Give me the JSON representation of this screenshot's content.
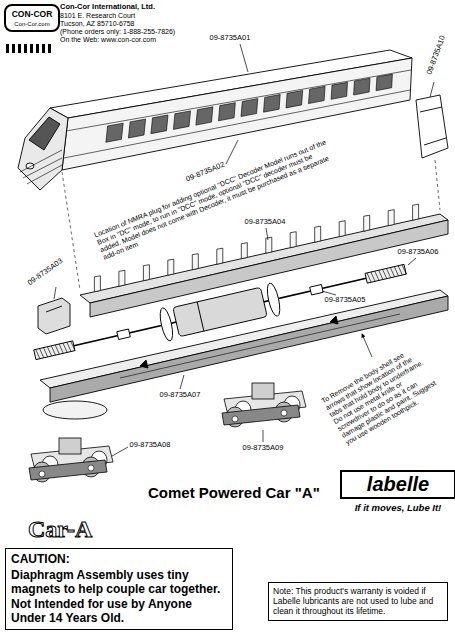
{
  "diagram": {
    "title": "Comet Powered Car \"A\"",
    "nodes": [
      {
        "text": [
          "CON-COR",
          "Con-Cor.com"
        ]
      },
      {
        "text": [
          "labelle",
          "If it moves, Lube It!"
        ]
      },
      {
        "text": [
          "CAUTION:",
          "Diaphragm Assembly uses tiny magnets to help couple car together. Not Intended for use by Anyone Under 14 Years Old."
        ]
      },
      {
        "text": [
          "Note: This product's warranty is voided if Labelle lubricants are not used to lube and clean it throughout its lifetime."
        ]
      }
    ],
    "labels": [
      "Con-Cor International, Ltd.",
      "8101 E. Research Court",
      "Tucson, AZ 85710-6758",
      "(Phone orders only: 1-888-255-7826)",
      "On the Web: www.con-cor.com",
      "09-8735A01",
      "09-8735A10",
      "09-8735A02",
      "Location of NMRA plug for adding optional \"DCC\" Decoder Model runs out of the Box in \"DC\" mode, to run in \"DCC\" mode, optional \"DCC\" decoder must be added. Model does not come with Decoder, it must be purchased as a separate add-on item",
      "09-8735A03",
      "09-8735A04",
      "09-8735A05",
      "09-8735A06",
      "09-8735A07",
      "09-8735A08",
      "To Remove the body shell see arrows that show location of the tabs that hold body to underframe. Do not use metal knife or screwdriver to do so as it can damage plastic and paint. Suggest you use wooden toothpick.",
      "09-8735A09",
      "Car-A"
    ]
  }
}
